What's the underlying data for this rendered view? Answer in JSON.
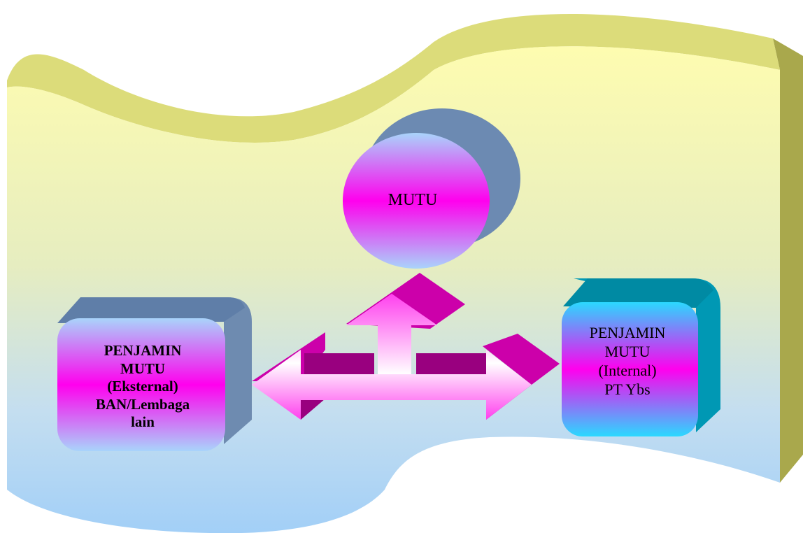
{
  "center_node": {
    "label": "MUTU"
  },
  "left_node": {
    "lines": [
      "PENJAMIN",
      "MUTU",
      "(Eksternal)",
      "BAN/Lembaga",
      "lain"
    ]
  },
  "right_node": {
    "lines": [
      "PENJAMIN",
      "MUTU",
      "(Internal)",
      "PT Ybs"
    ]
  },
  "colors": {
    "banner_top": "#fdfbad",
    "banner_bottom": "#a6d4f7",
    "banner_edge": "#dcdc7a",
    "banner_side": "#a9a84c",
    "magenta": "#ff00ee",
    "arrow_depth": "#99007f",
    "arrow_top": "#cc00aa",
    "box_left_face": "#a8d0f8",
    "box_left_depth": "#6e8bb0",
    "box_right_face": "#27d6ff",
    "box_right_depth": "#0098b4",
    "circle_depth": "#6c8ab2"
  }
}
